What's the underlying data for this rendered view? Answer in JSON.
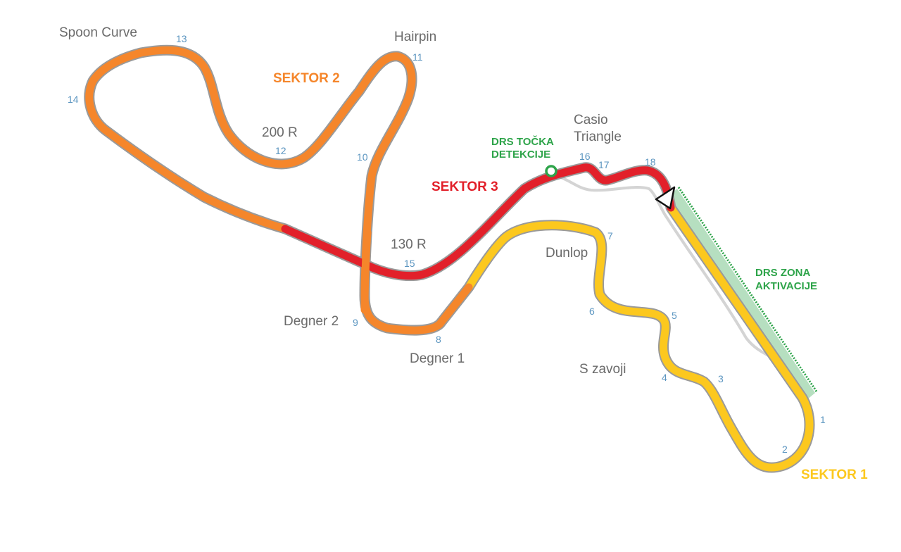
{
  "colors": {
    "sector1": "#fcc81e",
    "sector2": "#f5862b",
    "sector3": "#e2202a",
    "drs": "#2ea44a",
    "pit_lane": "#d4d4d4",
    "corner_number": "#5b95c0",
    "corner_name": "#6a6a6a"
  },
  "sectors": {
    "s1": "SEKTOR 1",
    "s2": "SEKTOR 2",
    "s3": "SEKTOR 3"
  },
  "drs": {
    "detection_line1": "DRS TOČKA",
    "detection_line2": "DETEKCIJE",
    "activation_line1": "DRS ZONA",
    "activation_line2": "AKTIVACIJE"
  },
  "corner_names": {
    "spoon": "Spoon Curve",
    "hairpin": "Hairpin",
    "r200": "200 R",
    "casio1": "Casio",
    "casio2": "Triangle",
    "r130": "130 R",
    "dunlop": "Dunlop",
    "degner2": "Degner 2",
    "degner1": "Degner 1",
    "szavoji": "S zavoji"
  },
  "corners": [
    "1",
    "2",
    "3",
    "4",
    "5",
    "6",
    "7",
    "8",
    "9",
    "10",
    "11",
    "12",
    "13",
    "14",
    "15",
    "16",
    "17",
    "18"
  ],
  "icons": {
    "start_finish": "start-finish-triangle-icon",
    "drs_detection": "drs-detection-point-icon"
  }
}
